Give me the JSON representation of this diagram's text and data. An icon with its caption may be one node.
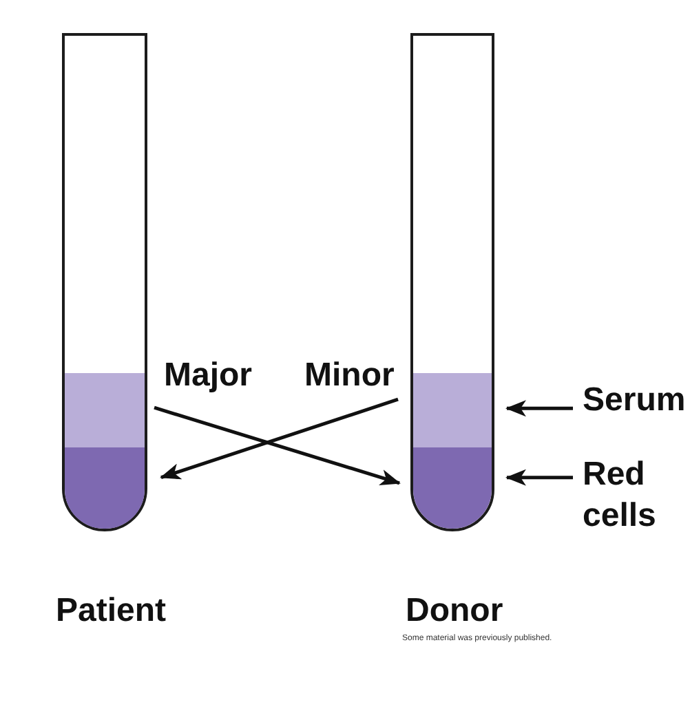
{
  "diagram": {
    "nodes": [
      {
        "text": [
          "Patient"
        ]
      },
      {
        "text": [],
        "shape": "band",
        "in": 0
      },
      {
        "text": [],
        "shape": "band",
        "in": 0
      },
      {
        "text": [
          "Donor"
        ]
      },
      {
        "text": [],
        "shape": "band",
        "in": 3
      },
      {
        "text": [],
        "shape": "band",
        "in": 3
      },
      {
        "text": [
          "Serum"
        ]
      },
      {
        "text": [
          "Red cells"
        ]
      }
    ],
    "edges": [
      {
        "from": 1,
        "to": 5,
        "arrow": "to",
        "label": "Major"
      },
      {
        "from": 4,
        "to": 2,
        "arrow": "to",
        "label": "Minor"
      },
      {
        "from": 6,
        "to": 4,
        "arrow": "to"
      },
      {
        "from": 7,
        "to": 5,
        "arrow": "to"
      }
    ],
    "labels": [
      "Some material was previously published."
    ]
  }
}
